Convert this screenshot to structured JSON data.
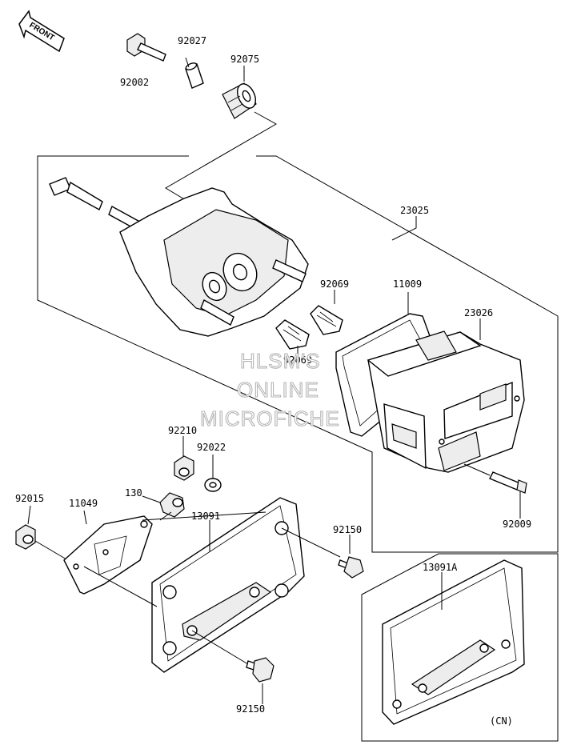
{
  "front_arrow_text": "FRONT",
  "labels": {
    "p92002": "92002",
    "p92027": "92027",
    "p92075": "92075",
    "p23025": "23025",
    "p92069_top": "92069",
    "p11009": "11009",
    "p23026": "23026",
    "p92069_mid": "92069",
    "p92210": "92210",
    "p92022": "92022",
    "p92015": "92015",
    "p11049": "11049",
    "p130": "130",
    "p13091": "13091",
    "p92150_right": "92150",
    "p92009": "92009",
    "p13091a": "13091A",
    "p92150_bottom": "92150",
    "cn_note": "(CN)"
  },
  "watermark": {
    "line1": "HLSM'S",
    "line2": "ONLINE",
    "line3": "MICROFICHE"
  }
}
